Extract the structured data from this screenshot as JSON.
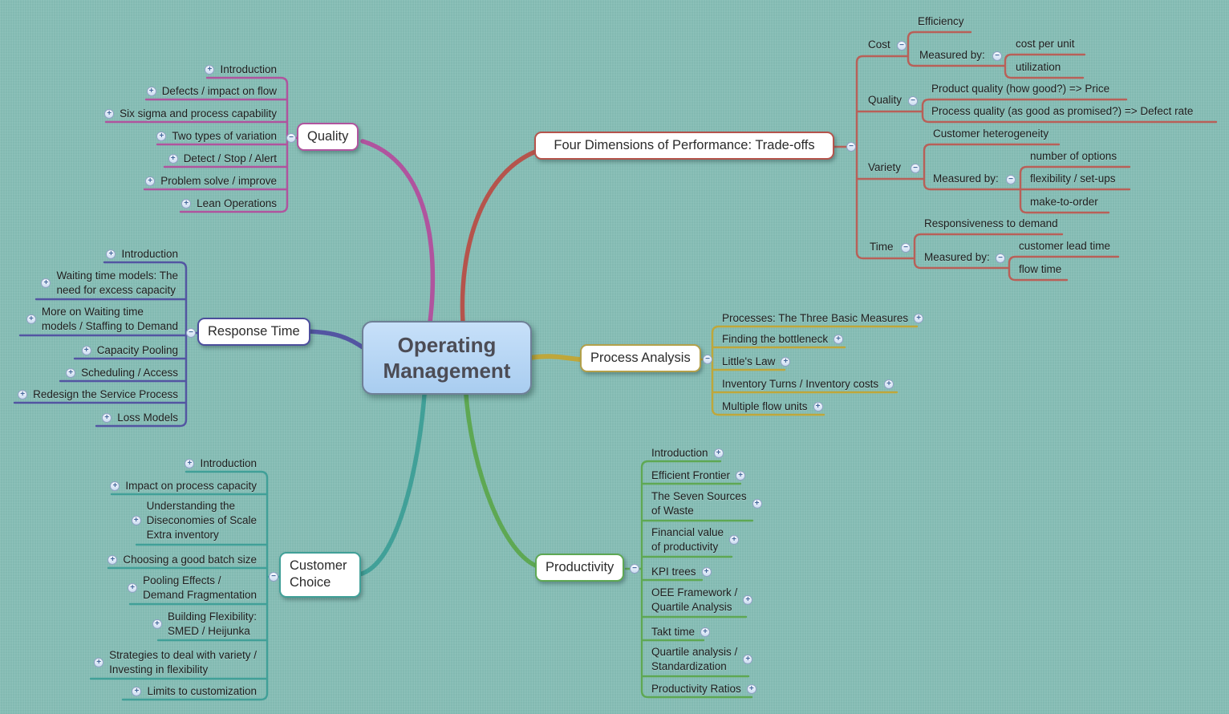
{
  "icons": {
    "plus": "+",
    "minus": "−"
  },
  "background_color": "#88bfb7",
  "center": {
    "label": "Operating\nManagement",
    "fill": "#b5d4f2",
    "border": "#6e7f96"
  },
  "branches": {
    "quality": {
      "label": "Quality",
      "color": "#b0549e",
      "children": [
        "Introduction",
        "Defects / impact on flow",
        "Six sigma and process capability",
        "Two types of variation",
        "Detect / Stop / Alert",
        "Problem solve / improve",
        "Lean Operations"
      ]
    },
    "four_dimensions": {
      "label": "Four Dimensions of Performance: Trade-offs",
      "color": "#b5544c",
      "children": [
        {
          "label": "Cost",
          "children": [
            {
              "label": "Efficiency"
            },
            {
              "label": "Measured by:",
              "children": [
                {
                  "label": "cost per unit"
                },
                {
                  "label": "utilization"
                }
              ]
            }
          ]
        },
        {
          "label": "Quality",
          "children": [
            {
              "label": "Product quality (how good?) => Price"
            },
            {
              "label": "Process quality (as good as promised?) => Defect rate"
            }
          ]
        },
        {
          "label": "Variety",
          "children": [
            {
              "label": "Customer heterogeneity"
            },
            {
              "label": "Measured by:",
              "children": [
                {
                  "label": "number of options"
                },
                {
                  "label": "flexibility / set-ups"
                },
                {
                  "label": "make-to-order"
                }
              ]
            }
          ]
        },
        {
          "label": "Time",
          "children": [
            {
              "label": "Responsiveness to demand"
            },
            {
              "label": "Measured by:",
              "children": [
                {
                  "label": "customer lead time"
                },
                {
                  "label": "flow time"
                }
              ]
            }
          ]
        }
      ]
    },
    "response_time": {
      "label": "Response Time",
      "color": "#5355a2",
      "children": [
        "Introduction",
        "Waiting time models: The\nneed for excess capacity",
        "More on Waiting time\nmodels / Staffing to Demand",
        "Capacity Pooling",
        "Scheduling / Access",
        "Redesign the Service Process",
        "Loss Models"
      ]
    },
    "process_analysis": {
      "label": "Process Analysis",
      "color": "#bfa73a",
      "children": [
        "Processes: The Three Basic Measures",
        "Finding the bottleneck",
        "Little's Law",
        "Inventory Turns / Inventory costs",
        "Multiple flow units"
      ]
    },
    "customer_choice": {
      "label": "Customer Choice",
      "color": "#41a098",
      "children": [
        "Introduction",
        "Impact on process capacity",
        "Understanding the\nDiseconomies of Scale\nExtra inventory",
        "Choosing a good batch size",
        "Pooling Effects /\nDemand Fragmentation",
        "Building Flexibility:\nSMED / Heijunka",
        "Strategies to deal with variety /\nInvesting in flexibility",
        "Limits to customization"
      ]
    },
    "productivity": {
      "label": "Productivity",
      "color": "#5ea853",
      "children": [
        "Introduction",
        "Efficient Frontier",
        "The Seven Sources\nof Waste",
        "Financial value\nof productivity",
        "KPI trees",
        "OEE Framework /\nQuartile Analysis",
        "Takt time",
        "Quartile analysis /\nStandardization",
        "Productivity Ratios"
      ]
    }
  }
}
